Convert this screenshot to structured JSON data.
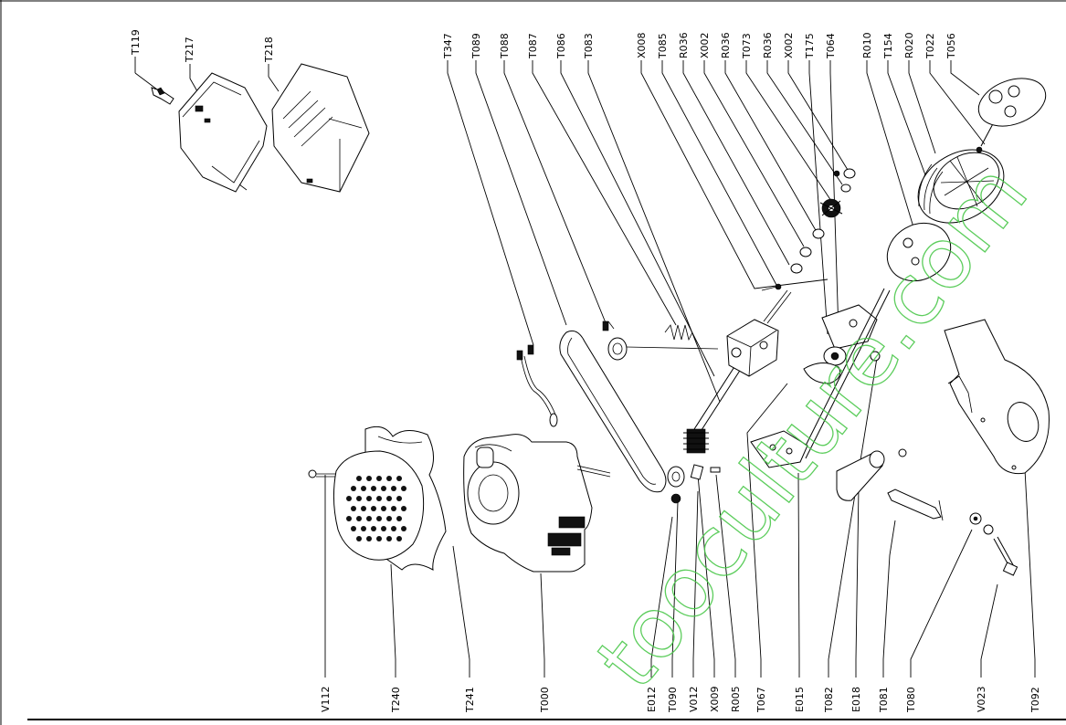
{
  "diagram": {
    "top_labels": [
      "T347",
      "T089",
      "T088",
      "T087",
      "T086",
      "T083",
      "X008",
      "T085",
      "R036",
      "X002",
      "R036",
      "T073",
      "R036",
      "X002",
      "T175",
      "T064",
      "R010",
      "T154",
      "R020",
      "T022",
      "T056"
    ],
    "bottom_labels": [
      "V112",
      "T240",
      "T241",
      "T000",
      "E012",
      "T090",
      "V012",
      "X009",
      "R005",
      "T067",
      "E015",
      "T082",
      "E018",
      "T081",
      "T080",
      "V023",
      "T092"
    ],
    "corner_labels": [
      "T119",
      "T217",
      "T218"
    ],
    "watermark": "tooculture.com"
  }
}
